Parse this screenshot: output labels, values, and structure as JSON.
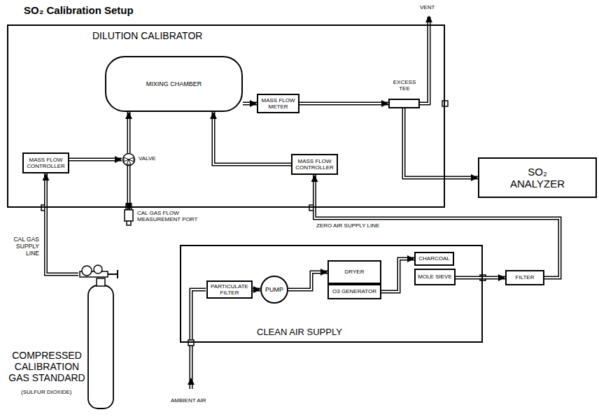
{
  "diagram": {
    "title": "SO₂ Calibration Setup",
    "nodes": [
      {
        "text": [
          "DILUTION CALIBRATOR"
        ]
      },
      {
        "text": [
          "MIXING CHAMBER"
        ],
        "in": 0
      },
      {
        "text": [
          "MASS FLOW METER"
        ],
        "in": 0
      },
      {
        "text": [
          "MASS FLOW CONTROLLER"
        ],
        "in": 0
      },
      {
        "text": [
          "VALVE"
        ],
        "in": 0
      },
      {
        "text": [
          "MASS FLOW CONTROLLER"
        ],
        "in": 0
      },
      {
        "text": [
          "CAL GAS FLOW MEASUREMENT PORT"
        ]
      },
      {
        "text": [
          "EXCESS TEE"
        ]
      },
      {
        "text": [
          "SO₂ ANALYZER"
        ]
      },
      {
        "text": [
          "COMPRESSED CALIBRATION GAS STANDARD",
          "(SULFUR DIOXIDE)"
        ]
      },
      {
        "text": [
          "CLEAN AIR SUPPLY"
        ]
      },
      {
        "text": [
          "PARTICULATE FILTER"
        ],
        "in": 10
      },
      {
        "text": [
          "PUMP"
        ],
        "in": 10
      },
      {
        "text": [
          "DRYER"
        ],
        "in": 10
      },
      {
        "text": [
          "O3 GENERATOR"
        ],
        "in": 10
      },
      {
        "text": [
          "CHARCOAL"
        ],
        "in": 10
      },
      {
        "text": [
          "MOLE SIEVE"
        ],
        "in": 10
      },
      {
        "text": [
          "FILTER"
        ]
      }
    ],
    "edges": [
      {
        "from": 9,
        "to": 3,
        "arrow": "to"
      },
      {
        "from": 3,
        "to": 4,
        "arrow": "to"
      },
      {
        "from": 4,
        "to": 1,
        "arrow": "to"
      },
      {
        "from": 4,
        "to": 6,
        "arrow": "to"
      },
      {
        "from": 5,
        "to": 1,
        "arrow": "to"
      },
      {
        "from": 1,
        "to": 2,
        "arrow": "to"
      },
      {
        "from": 2,
        "to": 7,
        "arrow": "to"
      },
      {
        "from": 7,
        "to": 8,
        "arrow": "to"
      },
      {
        "from": 11,
        "to": 12,
        "arrow": "to"
      },
      {
        "from": 12,
        "to": 13,
        "arrow": "to"
      },
      {
        "from": 14,
        "to": 15,
        "arrow": "to"
      },
      {
        "from": 16,
        "to": 17,
        "arrow": "to"
      },
      {
        "from": 17,
        "to": 5,
        "arrow": "to"
      }
    ],
    "labels": [
      "CAL GAS SUPPLY LINE",
      "ZERO AIR SUPPLY LINE",
      "VENT",
      "AMBIENT AIR"
    ]
  }
}
